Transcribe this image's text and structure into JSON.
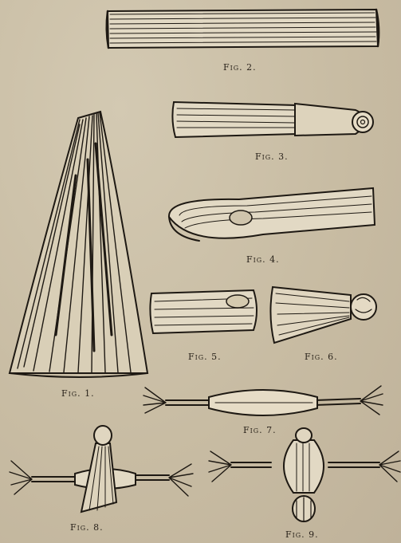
{
  "captions": {
    "fig1": "Fig. 1.",
    "fig2": "Fig. 2.",
    "fig3": "Fig. 3.",
    "fig4": "Fig. 4.",
    "fig5": "Fig. 5.",
    "fig6": "Fig. 6.",
    "fig7": "Fig. 7.",
    "fig8": "Fig. 8.",
    "fig9": "Fig. 9."
  }
}
